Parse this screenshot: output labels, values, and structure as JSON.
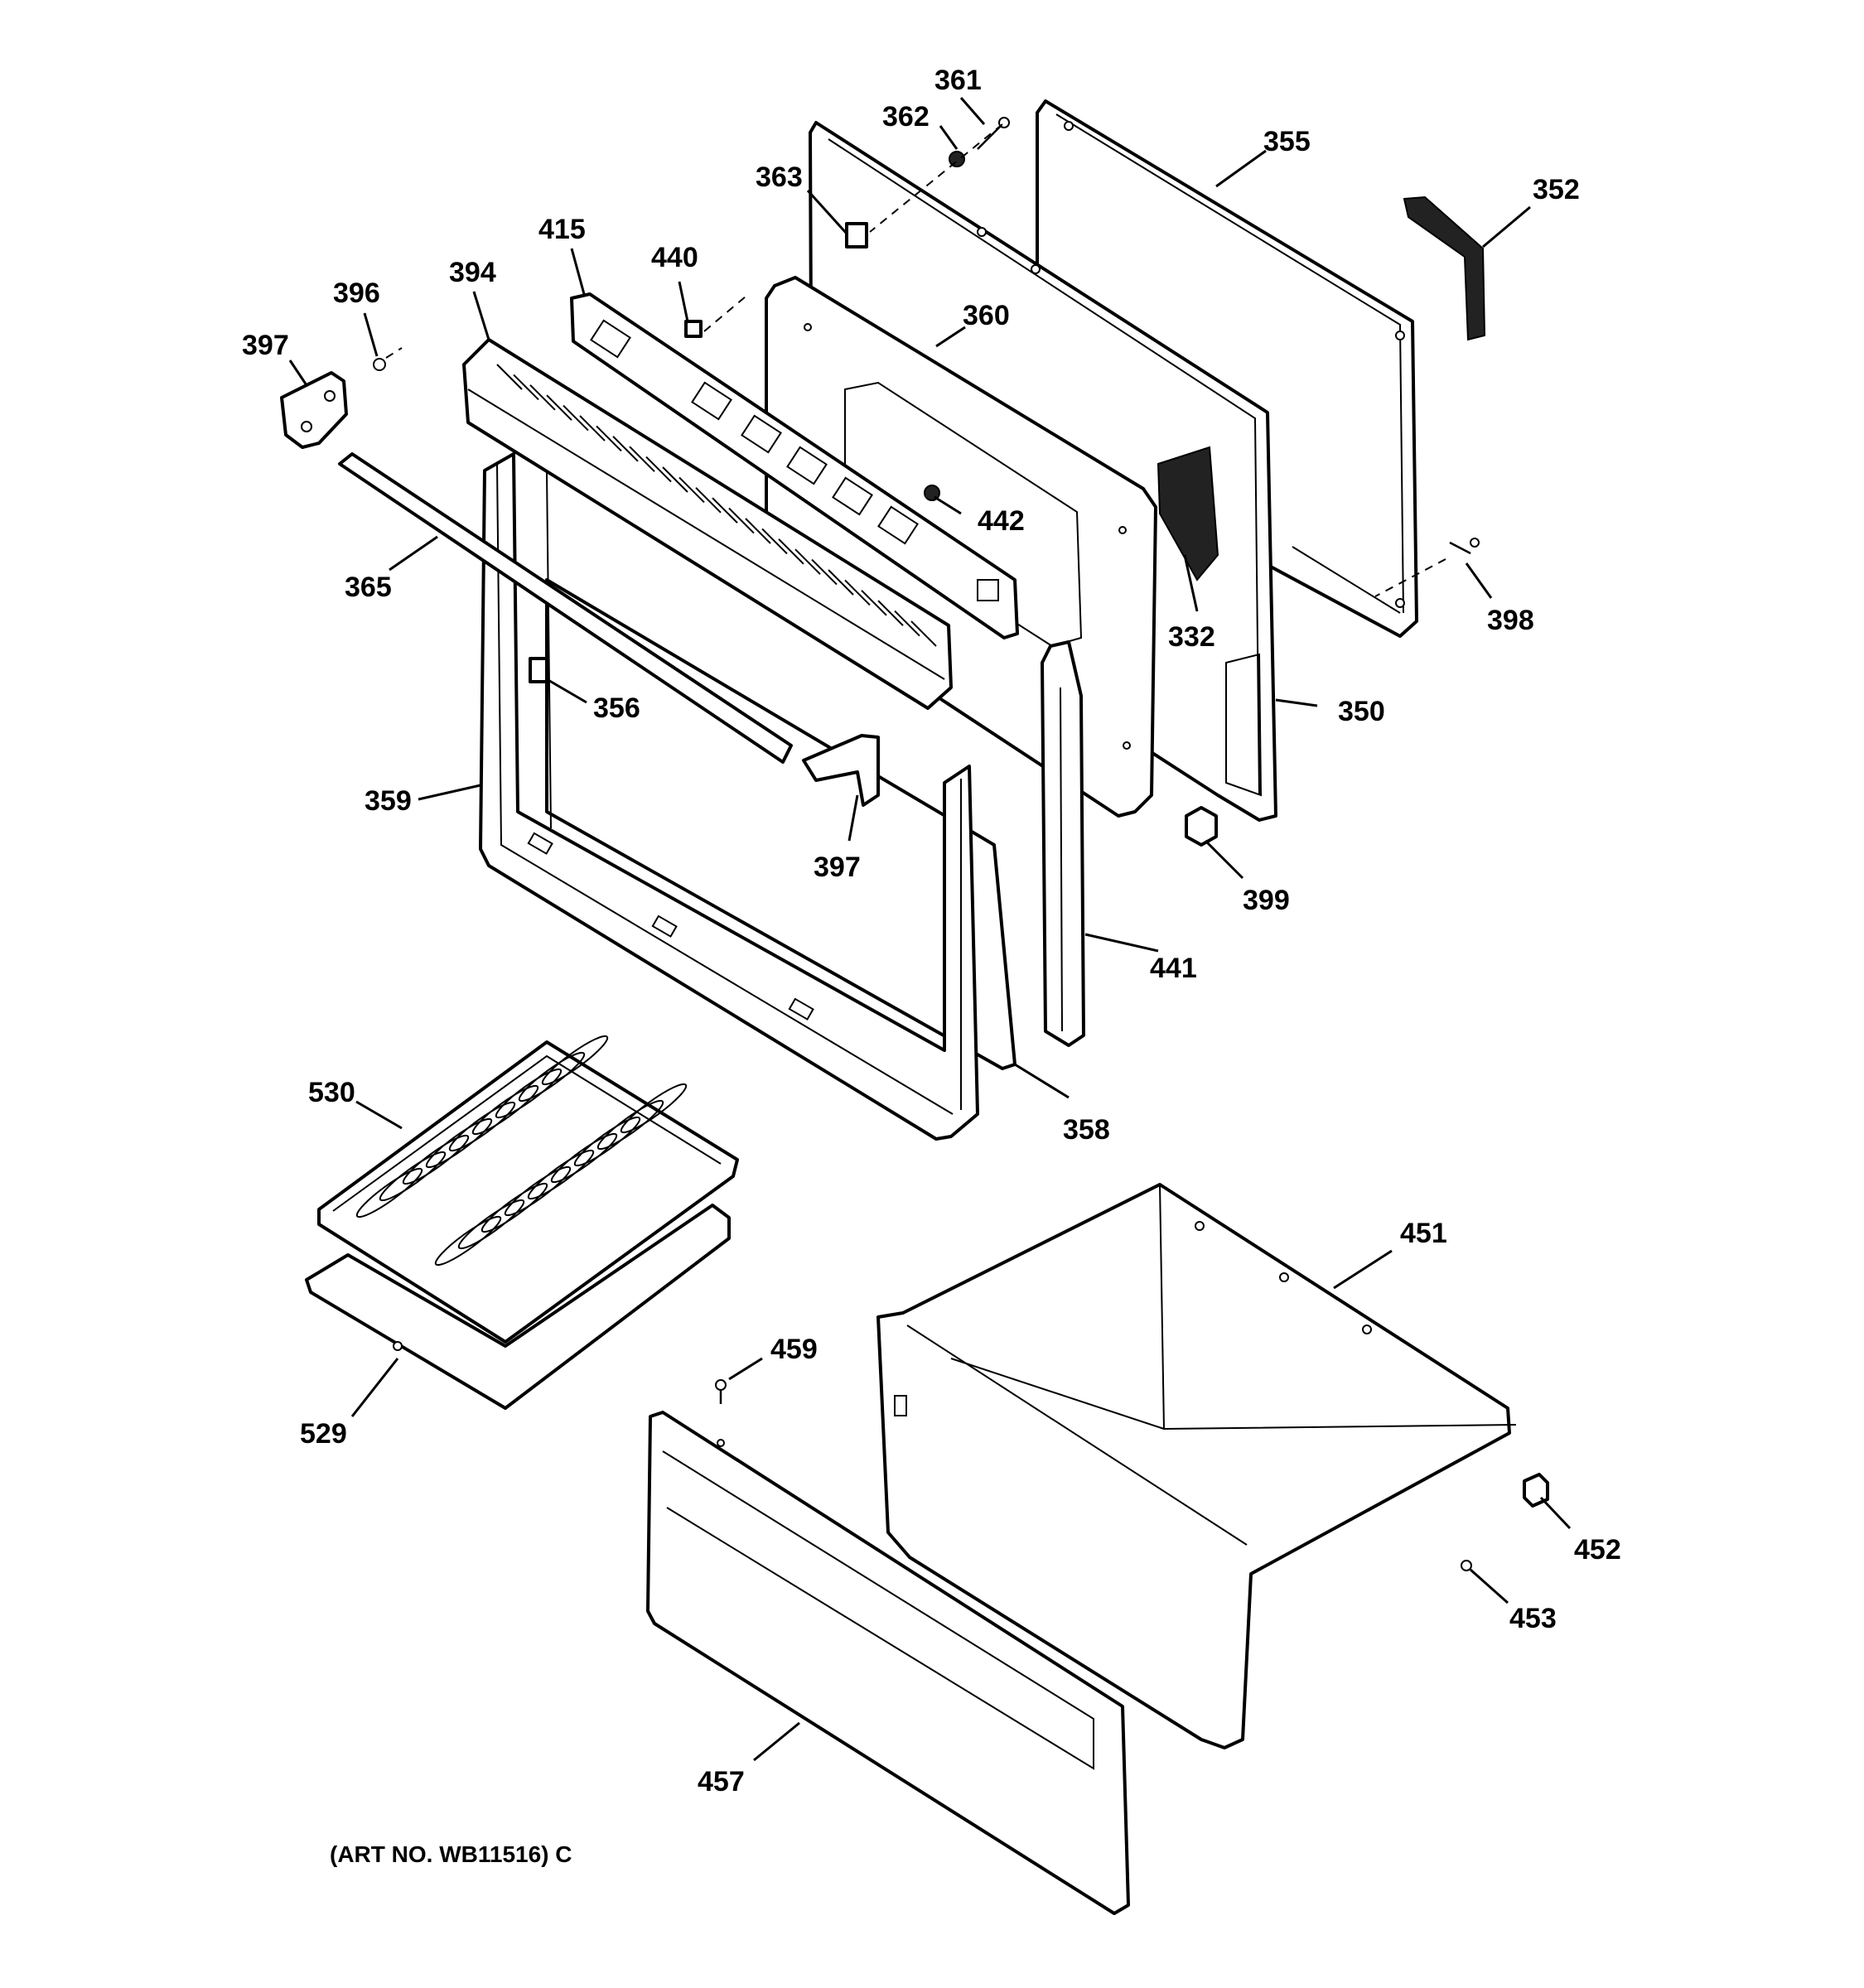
{
  "callouts": [
    {
      "id": "361",
      "text": "361"
    },
    {
      "id": "362",
      "text": "362"
    },
    {
      "id": "355",
      "text": "355"
    },
    {
      "id": "352",
      "text": "352"
    },
    {
      "id": "363",
      "text": "363"
    },
    {
      "id": "415",
      "text": "415"
    },
    {
      "id": "440",
      "text": "440"
    },
    {
      "id": "394",
      "text": "394"
    },
    {
      "id": "396",
      "text": "396"
    },
    {
      "id": "397a",
      "text": "397"
    },
    {
      "id": "360",
      "text": "360"
    },
    {
      "id": "442",
      "text": "442"
    },
    {
      "id": "365",
      "text": "365"
    },
    {
      "id": "332",
      "text": "332"
    },
    {
      "id": "398",
      "text": "398"
    },
    {
      "id": "356",
      "text": "356"
    },
    {
      "id": "350",
      "text": "350"
    },
    {
      "id": "359",
      "text": "359"
    },
    {
      "id": "397b",
      "text": "397"
    },
    {
      "id": "399",
      "text": "399"
    },
    {
      "id": "441",
      "text": "441"
    },
    {
      "id": "530",
      "text": "530"
    },
    {
      "id": "358",
      "text": "358"
    },
    {
      "id": "451",
      "text": "451"
    },
    {
      "id": "459",
      "text": "459"
    },
    {
      "id": "529",
      "text": "529"
    },
    {
      "id": "452",
      "text": "452"
    },
    {
      "id": "453",
      "text": "453"
    },
    {
      "id": "457",
      "text": "457"
    }
  ],
  "art_number": "(ART NO. WB11516) C"
}
